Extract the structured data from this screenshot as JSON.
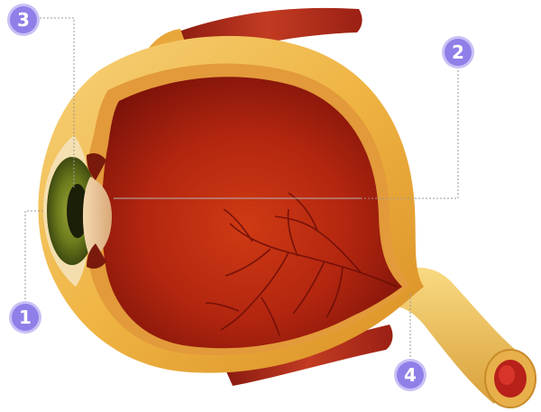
{
  "diagram": {
    "markers": [
      {
        "id": "marker-1",
        "label": "1"
      },
      {
        "id": "marker-2",
        "label": "2"
      },
      {
        "id": "marker-3",
        "label": "3"
      },
      {
        "id": "marker-4",
        "label": "4"
      }
    ],
    "colors": {
      "marker_fill": "#8f7fe8",
      "marker_ring": "#c9c0f5",
      "leader_line": "#9a9a9a",
      "sclera": "#f0b94a",
      "inner_chamber": "#a81e10",
      "muscle": "#b3261a",
      "iris": "#6f7d1c",
      "optic_nerve": "#f2c45a"
    }
  }
}
